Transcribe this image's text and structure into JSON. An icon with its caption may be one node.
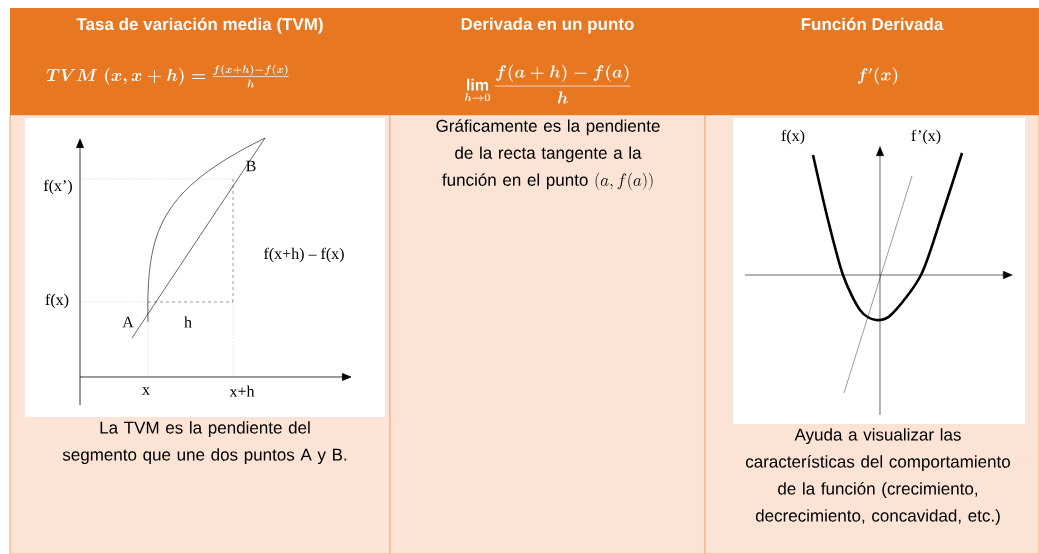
{
  "diagram": {
    "labels": [
      "Tasa de variación media (TVM)",
      "Derivada en un punto",
      "Función Derivada",
      "TVM\\;(x,x+h)=\\frac{f(x+h)-f(x)}{h}",
      "\\lim_{h\\to 0}\\frac{f(a+h)-f(a)}{h}",
      "f'(x)",
      "f(x’)",
      "B",
      "f(x+h) – f(x)",
      "f(x)",
      "A",
      "h",
      "x",
      "x+h",
      "La TVM es la pendiente del segmento que une dos puntos A y B.",
      "Gráficamente es la pendiente de la recta tangente a la función en el punto",
      "(a,f(a))",
      "f(x)",
      "f’(x)",
      "Ayuda a visualizar las características del comportamiento de la función (crecimiento, decrecimiento, concavidad, etc.)"
    ]
  }
}
